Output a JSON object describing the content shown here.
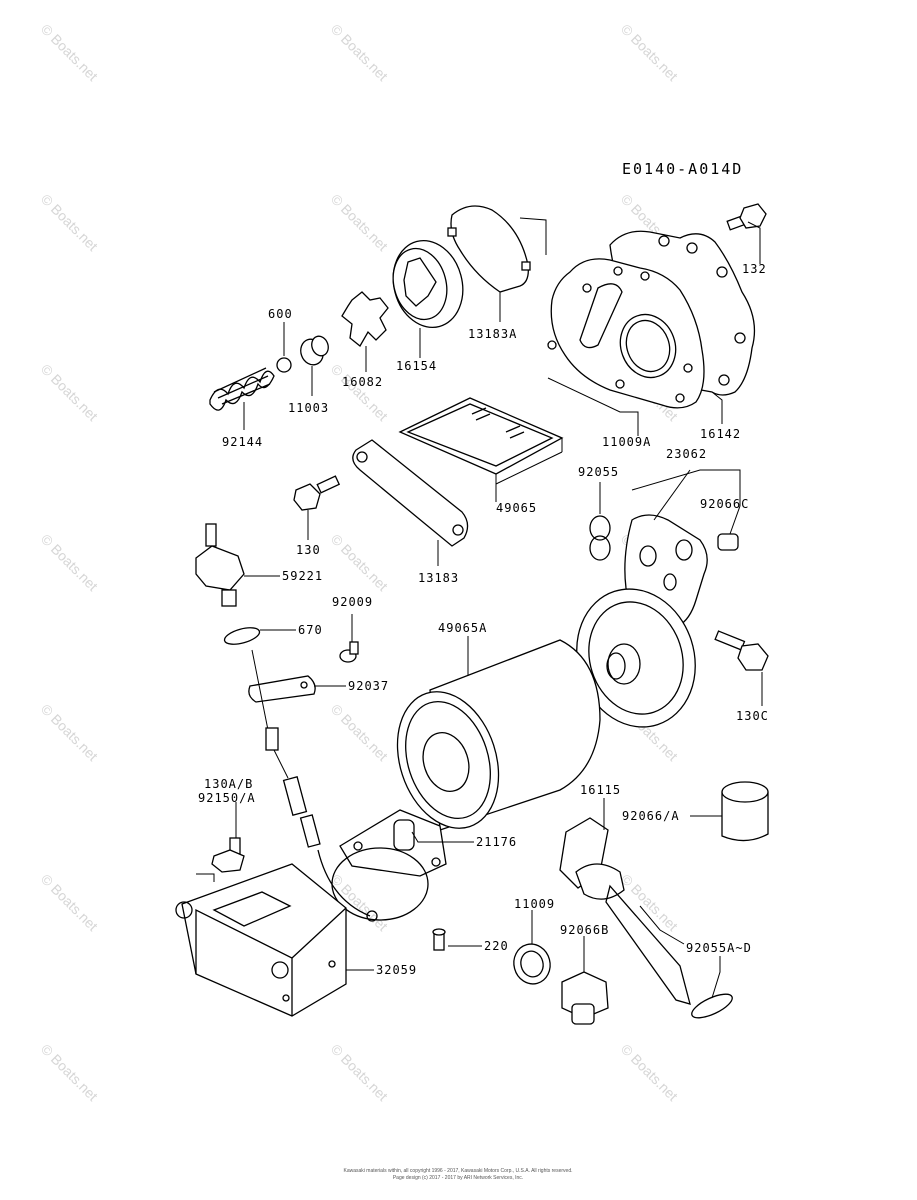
{
  "diagram_code": "E0140-A014D",
  "watermark": "© Boats.net",
  "parts": {
    "p132": "132",
    "p13183A": "13183A",
    "p600": "600",
    "p16154": "16154",
    "p16082": "16082",
    "p11003": "11003",
    "p92144": "92144",
    "p11009A": "11009A",
    "p16142": "16142",
    "p23062": "23062",
    "p92055": "92055",
    "p92066C": "92066C",
    "p49065": "49065",
    "p130": "130",
    "p13183": "13183",
    "p59221": "59221",
    "p92009": "92009",
    "p670": "670",
    "p92037": "92037",
    "p49065A": "49065A",
    "p130C": "130C",
    "p130AB": "130A/B",
    "p92150A": "92150/A",
    "p16115": "16115",
    "p92066A": "92066/A",
    "p21176": "21176",
    "p11009": "11009",
    "p92066B": "92066B",
    "p92055AD": "92055A~D",
    "p220": "220",
    "p32059": "32059"
  },
  "footer": {
    "line1": "Kawasaki materials within, all copyright 1996 - 2017, Kawasaki Motors Corp., U.S.A. All rights reserved.",
    "line2": "Page design (c) 2017 - 2017 by ARI Network Services, Inc."
  }
}
